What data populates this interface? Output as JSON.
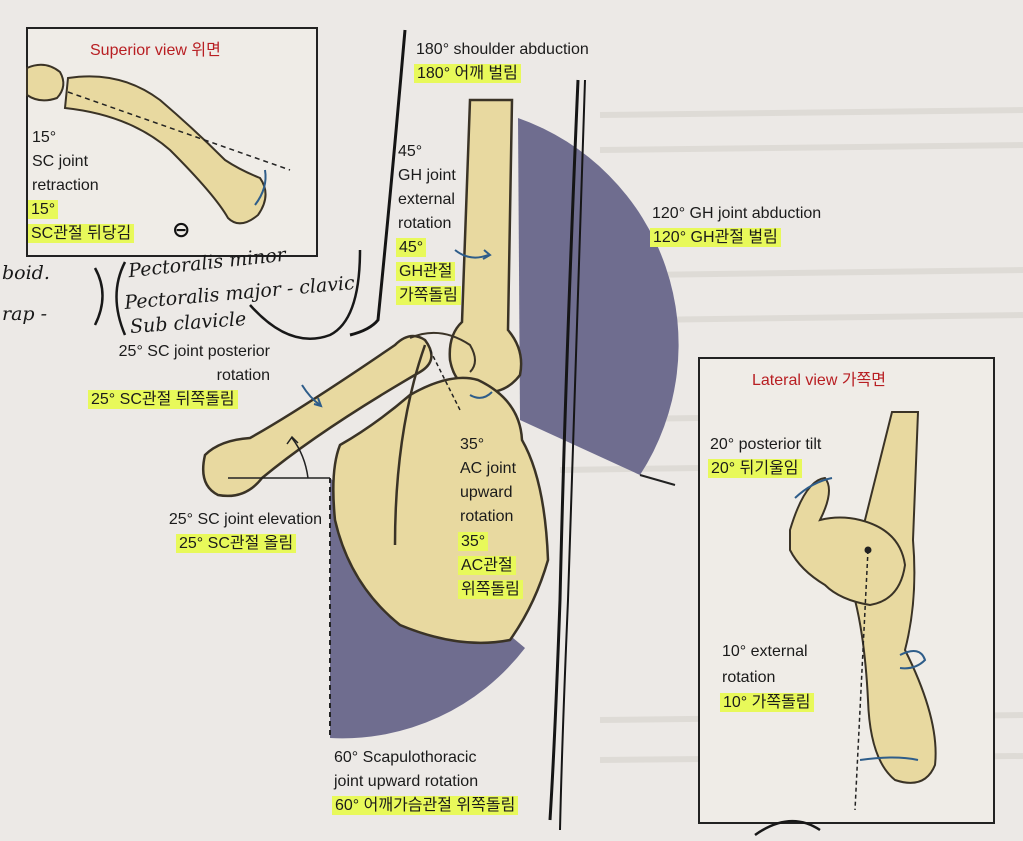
{
  "colors": {
    "bone": "#e8d9a0",
    "bone_outline": "#3a3326",
    "motion_arc": "#6f6d8f",
    "highlight": "#e8f95a",
    "inset_title": "#b81e22",
    "page_bg": "#ece9e6"
  },
  "icons": {
    "rotation_arrow": "curved-arrow-icon",
    "negative_mark": "circled-minus-icon"
  },
  "superior_view": {
    "title": "Superior view 위면",
    "en": [
      "15°",
      "SC joint",
      "retraction"
    ],
    "ko": [
      "15°",
      "SC관절 뒤당김"
    ],
    "mark": "⊖"
  },
  "handwriting": {
    "left": [
      "boid.",
      "rap -"
    ],
    "right": [
      "Pectoralis minor",
      "Pectoralis major - clavic",
      "Sub clavicle"
    ]
  },
  "shoulder_abduction": {
    "en": "180° shoulder abduction",
    "ko": "180° 어깨 벌림"
  },
  "gh_external_rotation": {
    "en": [
      "45°",
      "GH joint",
      "external",
      "rotation"
    ],
    "ko": [
      "45°",
      "GH관절",
      "가쪽돌림"
    ]
  },
  "gh_abduction": {
    "en": "120° GH joint abduction",
    "ko": "120° GH관절 벌림"
  },
  "sc_posterior_rotation": {
    "en": [
      "25° SC joint posterior",
      "rotation"
    ],
    "ko": "25° SC관절 뒤쪽돌림"
  },
  "ac_upward_rotation": {
    "en": [
      "35°",
      "AC joint",
      "upward",
      "rotation"
    ],
    "ko": [
      "35°",
      "AC관절",
      "위쪽돌림"
    ]
  },
  "sc_elevation": {
    "en": "25° SC joint elevation",
    "ko": "25° SC관절 올림"
  },
  "scapulothoracic": {
    "en": [
      "60° Scapulothoracic",
      "joint upward rotation"
    ],
    "ko": "60° 어깨가슴관절 위쪽돌림"
  },
  "lateral_view": {
    "title": "Lateral view 가쪽면",
    "tilt_en": "20° posterior tilt",
    "tilt_ko": "20° 뒤기울임",
    "ext_en": [
      "10° external",
      "rotation"
    ],
    "ext_ko": "10° 가쪽돌림"
  }
}
